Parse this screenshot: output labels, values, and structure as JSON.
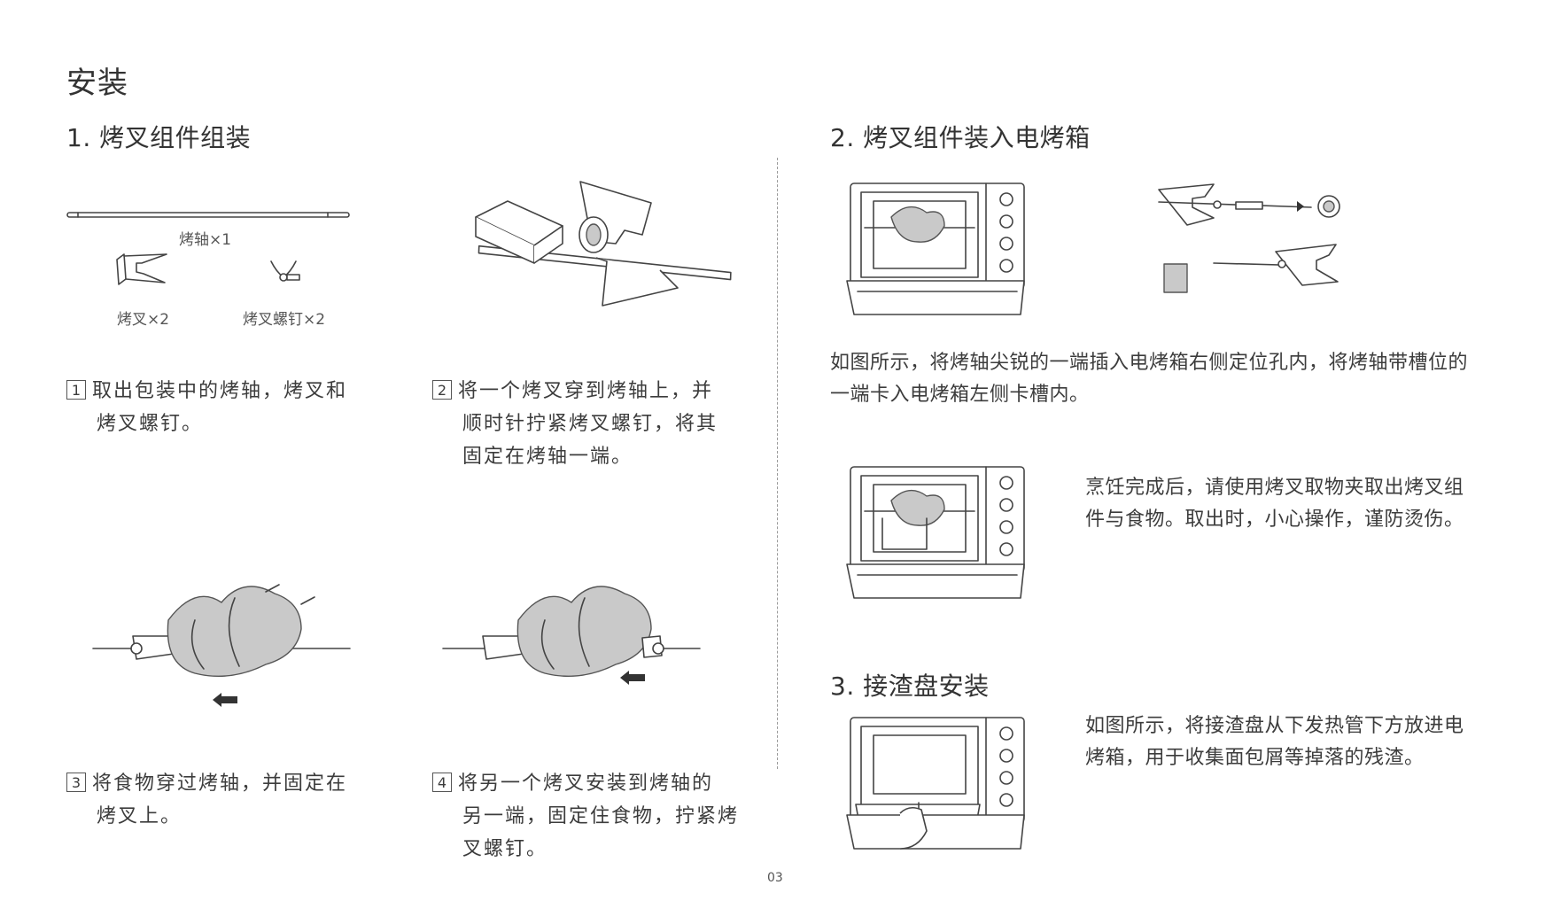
{
  "page": {
    "main_title": "安装",
    "page_number": "03"
  },
  "section1": {
    "title": "1. 烤叉组件组装",
    "parts": {
      "rod": "烤轴×1",
      "fork": "烤叉×2",
      "screw": "烤叉螺钉×2"
    },
    "steps": [
      {
        "num": "1",
        "line1": "取出包装中的烤轴，烤叉和",
        "line2": "烤叉螺钉。"
      },
      {
        "num": "2",
        "line1": "将一个烤叉穿到烤轴上，并",
        "line2": "顺时针拧紧烤叉螺钉，将其",
        "line3": "固定在烤轴一端。"
      },
      {
        "num": "3",
        "line1": "将食物穿过烤轴，并固定在",
        "line2": "烤叉上。"
      },
      {
        "num": "4",
        "line1": "将另一个烤叉安装到烤轴的",
        "line2": "另一端，固定住食物，拧紧烤",
        "line3": "叉螺钉。"
      }
    ]
  },
  "section2": {
    "title": "2. 烤叉组件装入电烤箱",
    "para1_line1": "如图所示，将烤轴尖锐的一端插入电烤箱右侧定位孔内，将烤轴带槽位的",
    "para1_line2": "一端卡入电烤箱左侧卡槽内。",
    "para2_line1": "烹饪完成后，请使用烤叉取物夹取出烤叉组",
    "para2_line2": "件与食物。取出时，小心操作，谨防烫伤。"
  },
  "section3": {
    "title": "3. 接渣盘安装",
    "para_line1": "如图所示，将接渣盘从下发热管下方放进电",
    "para_line2": "烤箱，用于收集面包屑等掉落的残渣。"
  }
}
